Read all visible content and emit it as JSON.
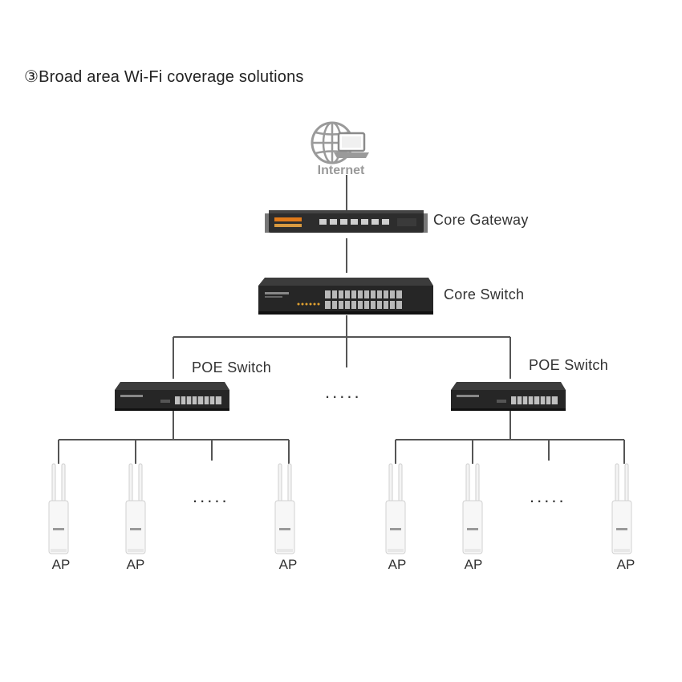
{
  "title": "③Broad area Wi-Fi coverage solutions",
  "internet": {
    "label": "Internet",
    "icon": "globe-laptop-icon"
  },
  "core_gateway": {
    "label": "Core Gateway"
  },
  "core_switch": {
    "label": "Core Switch"
  },
  "poe_switches": [
    {
      "label": "POE Switch"
    },
    {
      "label": "POE Switch"
    }
  ],
  "middle_ellipsis": ".....",
  "left_group": {
    "ellipsis": ".....",
    "aps": [
      {
        "label": "AP"
      },
      {
        "label": "AP"
      },
      {
        "label": "AP"
      }
    ]
  },
  "right_group": {
    "ellipsis": ".....",
    "aps": [
      {
        "label": "AP"
      },
      {
        "label": "AP"
      },
      {
        "label": "AP"
      }
    ]
  },
  "colors": {
    "line": "#555555",
    "device_dark": "#2b2b2b",
    "port": "#c8c8c8",
    "gateway_orange": "#e07a1a",
    "ap_body": "#f7f7f7"
  }
}
